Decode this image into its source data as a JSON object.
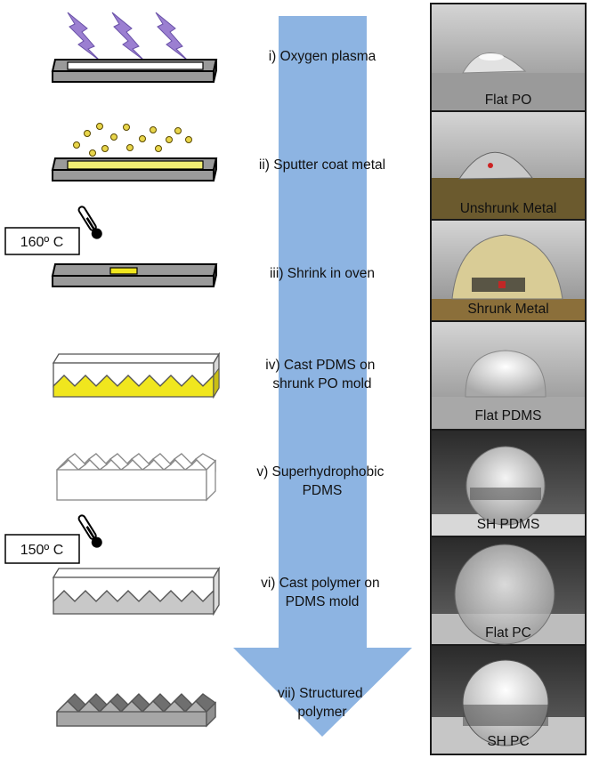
{
  "steps": [
    {
      "lines": [
        "i) Oxygen plasma"
      ]
    },
    {
      "lines": [
        "ii) Sputter coat metal"
      ]
    },
    {
      "lines": [
        "iii) Shrink in oven"
      ]
    },
    {
      "lines": [
        "iv) Cast PDMS on",
        "shrunk PO mold"
      ]
    },
    {
      "lines": [
        "v) Superhydrophobic",
        "PDMS"
      ]
    },
    {
      "lines": [
        "vi) Cast polymer on",
        "PDMS mold"
      ]
    },
    {
      "lines": [
        "vii) Structured",
        "polymer"
      ]
    }
  ],
  "temperatures": [
    "160º C",
    "150º C"
  ],
  "photos": [
    {
      "caption": "Flat PO"
    },
    {
      "caption": "Unshrunk Metal"
    },
    {
      "caption": "Shrunk Metal"
    },
    {
      "caption": "Flat PDMS"
    },
    {
      "caption": "SH PDMS"
    },
    {
      "caption": "Flat PC"
    },
    {
      "caption": "SH PC"
    }
  ],
  "colors": {
    "arrow": "#8db4e2",
    "plasma": "#9b7fd1",
    "metal_yellow": "#f2ee74",
    "dot_yellow": "#e8d54a",
    "substrate_gray": "#9a9a9a",
    "mold_yellow": "#f0e61e",
    "polymer_gray": "#a6a6a6"
  },
  "icons": [
    "lightning-bolt-icon",
    "thermometer-icon"
  ]
}
